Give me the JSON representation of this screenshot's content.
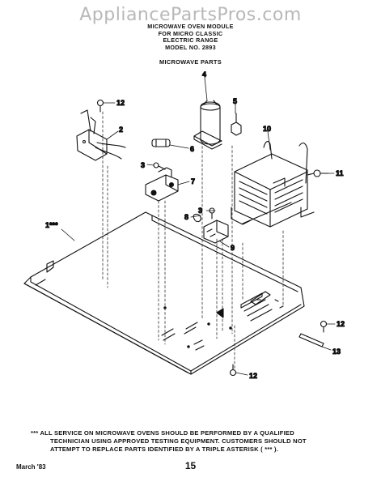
{
  "watermark": "AppliancePartsPros.com",
  "header": {
    "line1": "MICROWAVE OVEN MODULE",
    "line2": "FOR  MICRO CLASSIC",
    "line3": "ELECTRIC RANGE",
    "line4": "MODEL NO.  2893"
  },
  "subheader": "MICROWAVE PARTS",
  "callouts": {
    "c1": "1***",
    "c2": "2",
    "c3a": "3",
    "c3b": "3",
    "c4": "4",
    "c5": "5",
    "c6": "6",
    "c7": "7",
    "c8": "8",
    "c9": "9",
    "c10": "10",
    "c11": "11",
    "c12a": "12",
    "c12b": "12",
    "c12c": "12",
    "c13": "13"
  },
  "footnote": {
    "line1": "*** ALL SERVICE ON MICROWAVE OVENS SHOULD BE PERFORMED BY A QUALIFIED",
    "line2": "TECHNICIAN USING APPROVED TESTING EQUIPMENT. CUSTOMERS SHOULD NOT",
    "line3": "ATTEMPT TO REPLACE PARTS IDENTIFIED BY A TRIPLE ASTERISK ( *** )."
  },
  "date": "March  '83",
  "page_number": "15"
}
